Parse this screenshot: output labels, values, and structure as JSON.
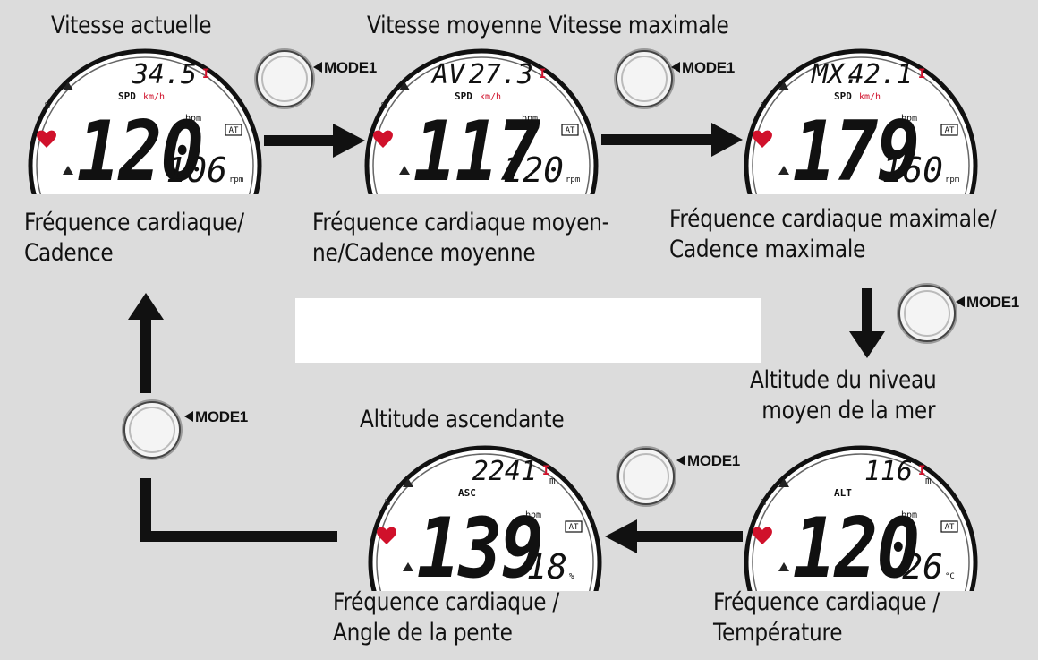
{
  "captions": {
    "current_speed": "Vitesse actuelle",
    "avg_max_speed": "Vitesse moyenne Vitesse maximale",
    "hr_cadence": [
      "Fréquence cardiaque/",
      "Cadence"
    ],
    "avg_hr_cadence": [
      "Fréquence cardiaque moyen-",
      "ne/Cadence moyenne"
    ],
    "max_hr_cadence": [
      "Fréquence cardiaque maximale/",
      "Cadence maximale"
    ],
    "sea_level_altitude": [
      "Altitude du niveau",
      "moyen de la mer"
    ],
    "ascending_altitude": "Altitude ascendante",
    "hr_slope": [
      "Fréquence  cardiaque /",
      "Angle de la pente"
    ],
    "hr_temperature": [
      "Fréquence  cardiaque  /",
      "Température"
    ]
  },
  "button_label": "MODE1",
  "displays": [
    {
      "id": "speed",
      "prefix": "",
      "top": "34.5",
      "unit": "SPD km/h",
      "main": "120",
      "bpm": "bpm",
      "sub": "106",
      "sub_unit": "rpm"
    },
    {
      "id": "avg",
      "prefix": "AV.",
      "top": "27.3",
      "unit": "SPD km/h",
      "main": "117",
      "bpm": "bpm",
      "sub": "120",
      "sub_unit": "rpm"
    },
    {
      "id": "max",
      "prefix": "MX.",
      "top": "42.1",
      "unit": "SPD km/h",
      "main": "179",
      "bpm": "bpm",
      "sub": "160",
      "sub_unit": "rpm"
    },
    {
      "id": "asc",
      "prefix": "",
      "top": "2241",
      "unit": "ASC",
      "top_unit": "m",
      "main": "139",
      "bpm": "bpm",
      "sub": "18",
      "sub_unit": "%"
    },
    {
      "id": "alt",
      "prefix": "",
      "top": "116",
      "unit": "ALT",
      "top_unit": "m",
      "main": "120",
      "bpm": "bpm",
      "sub": "26",
      "sub_unit": "°C"
    }
  ],
  "display_badge": "AT",
  "colors": {
    "background": "#dcdcdc",
    "arrow": "#111111",
    "heart": "#d0112b",
    "accent": "#d0112b"
  }
}
